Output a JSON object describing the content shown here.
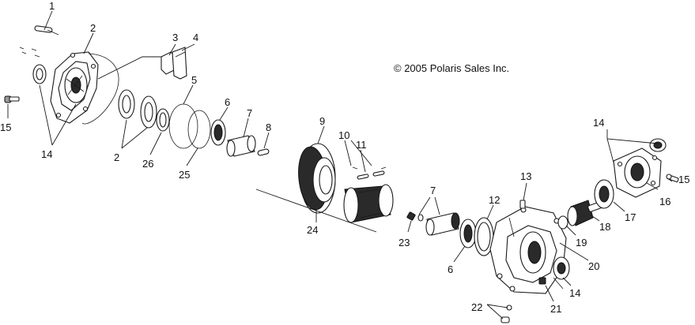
{
  "copyright": "© 2005 Polaris Sales Inc.",
  "callouts": {
    "c1": "1",
    "c2a": "2",
    "c2b": "2",
    "c3": "3",
    "c4": "4",
    "c5": "5",
    "c6a": "6",
    "c6b": "6",
    "c7a": "7",
    "c7b": "7",
    "c8": "8",
    "c9": "9",
    "c10": "10",
    "c11": "11",
    "c12": "12",
    "c13": "13",
    "c14a": "14",
    "c14b": "14",
    "c14c": "14",
    "c15a": "15",
    "c15b": "15",
    "c16": "16",
    "c17": "17",
    "c18": "18",
    "c19": "19",
    "c20": "20",
    "c21": "21",
    "c22": "22",
    "c23": "23",
    "c24": "24",
    "c25": "25",
    "c26": "26"
  }
}
